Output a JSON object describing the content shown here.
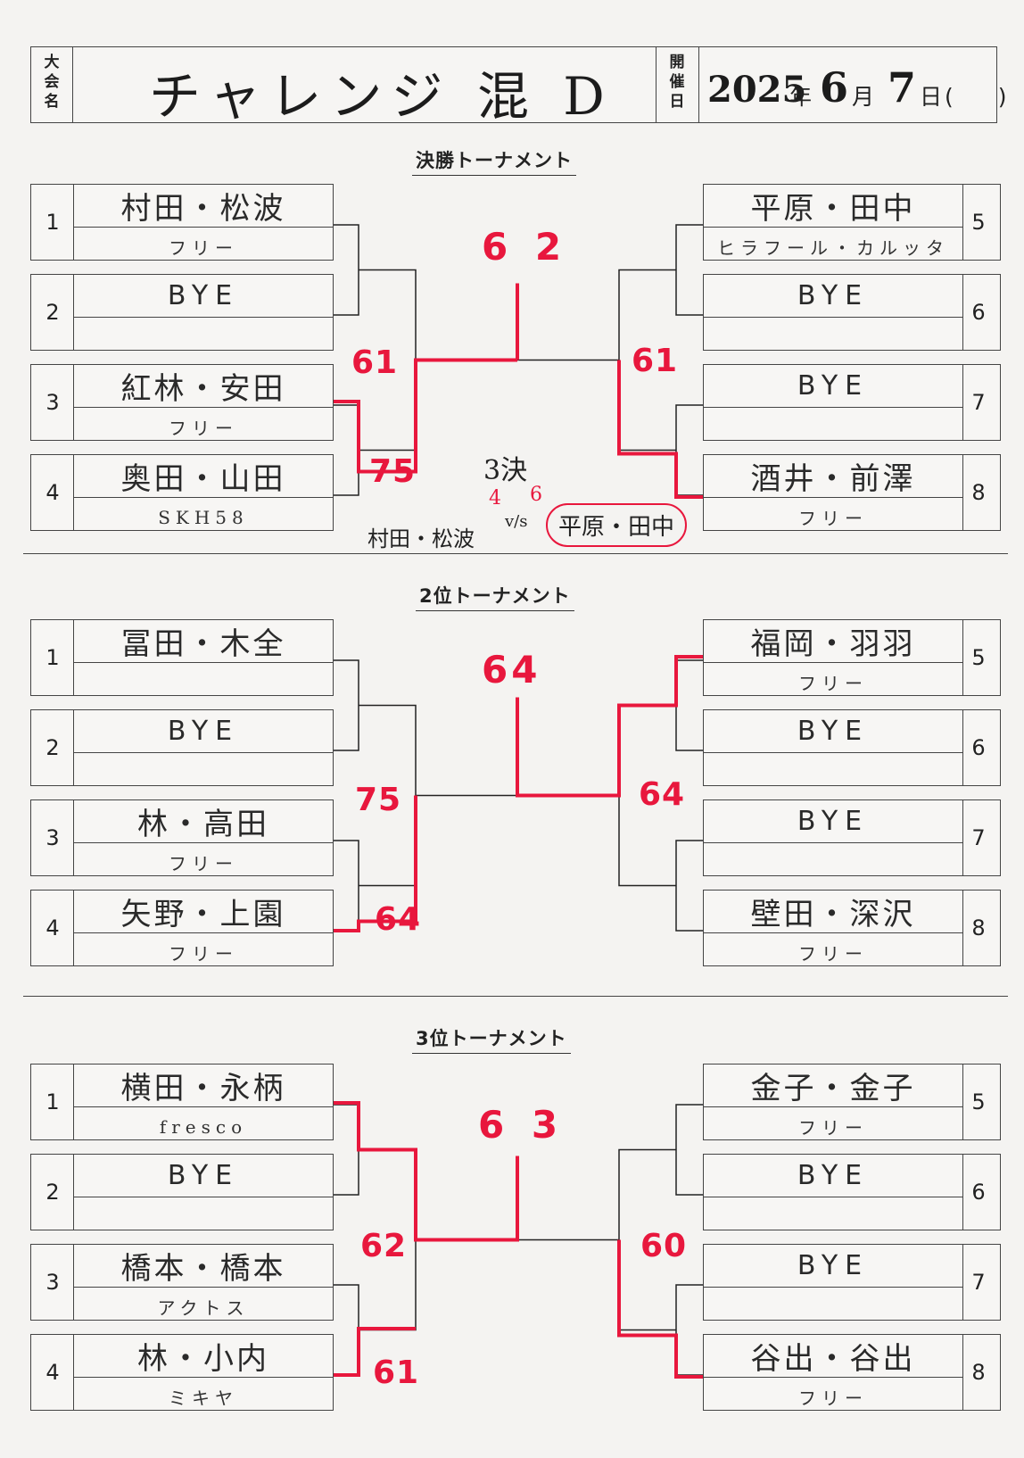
{
  "header": {
    "event_label": "大会名",
    "event_name": "チャレンジ 混 D",
    "date_label": "開催日",
    "date_year": "2025",
    "date_year_unit": "年",
    "date_month": "6",
    "date_month_unit": "月",
    "date_day": "7",
    "date_day_unit": "日",
    "date_weekday": "(　　)"
  },
  "sections": [
    {
      "title": "決勝トーナメント",
      "final_score": "6 2",
      "left_semi_score": "61",
      "left_q_score": "75",
      "right_semi_score": "61",
      "players": [
        {
          "seed": "1",
          "name": "村田・松波",
          "club": "フリー"
        },
        {
          "seed": "2",
          "name": "BYE",
          "club": ""
        },
        {
          "seed": "3",
          "name": "紅林・安田",
          "club": "フリー"
        },
        {
          "seed": "4",
          "name": "奥田・山田",
          "club": "SKH58"
        },
        {
          "seed": "5",
          "name": "平原・田中",
          "club": "ヒラフール・カルッタ"
        },
        {
          "seed": "6",
          "name": "BYE",
          "club": ""
        },
        {
          "seed": "7",
          "name": "BYE",
          "club": ""
        },
        {
          "seed": "8",
          "name": "酒井・前澤",
          "club": "フリー"
        }
      ],
      "third_place": {
        "label": "3決",
        "score_left": "4",
        "score_right": "6",
        "left_pair": "村田・松波",
        "vs": "v/s",
        "right_pair": "平原・田中"
      }
    },
    {
      "title": "2位トーナメント",
      "final_score": "64",
      "left_semi_score": "75",
      "left_q_score": "64",
      "right_semi_score": "64",
      "players": [
        {
          "seed": "1",
          "name": "冨田・木全",
          "club": ""
        },
        {
          "seed": "2",
          "name": "BYE",
          "club": ""
        },
        {
          "seed": "3",
          "name": "林・高田",
          "club": "フリー"
        },
        {
          "seed": "4",
          "name": "矢野・上園",
          "club": "フリー"
        },
        {
          "seed": "5",
          "name": "福岡・羽羽",
          "club": "フリー"
        },
        {
          "seed": "6",
          "name": "BYE",
          "club": ""
        },
        {
          "seed": "7",
          "name": "BYE",
          "club": ""
        },
        {
          "seed": "8",
          "name": "壁田・深沢",
          "club": "フリー"
        }
      ]
    },
    {
      "title": "3位トーナメント",
      "final_score": "6 3",
      "left_semi_score": "62",
      "left_q_score": "61",
      "right_semi_score": "60",
      "players": [
        {
          "seed": "1",
          "name": "横田・永柄",
          "club": "fresco"
        },
        {
          "seed": "2",
          "name": "BYE",
          "club": ""
        },
        {
          "seed": "3",
          "name": "橋本・橋本",
          "club": "アクトス"
        },
        {
          "seed": "4",
          "name": "林・小内",
          "club": "ミキヤ"
        },
        {
          "seed": "5",
          "name": "金子・金子",
          "club": "フリー"
        },
        {
          "seed": "6",
          "name": "BYE",
          "club": ""
        },
        {
          "seed": "7",
          "name": "BYE",
          "club": ""
        },
        {
          "seed": "8",
          "name": "谷出・谷出",
          "club": "フリー"
        }
      ]
    }
  ],
  "colors": {
    "ink": "#222222",
    "red_pen": "#e8173d",
    "paper": "#f4f3f1"
  }
}
